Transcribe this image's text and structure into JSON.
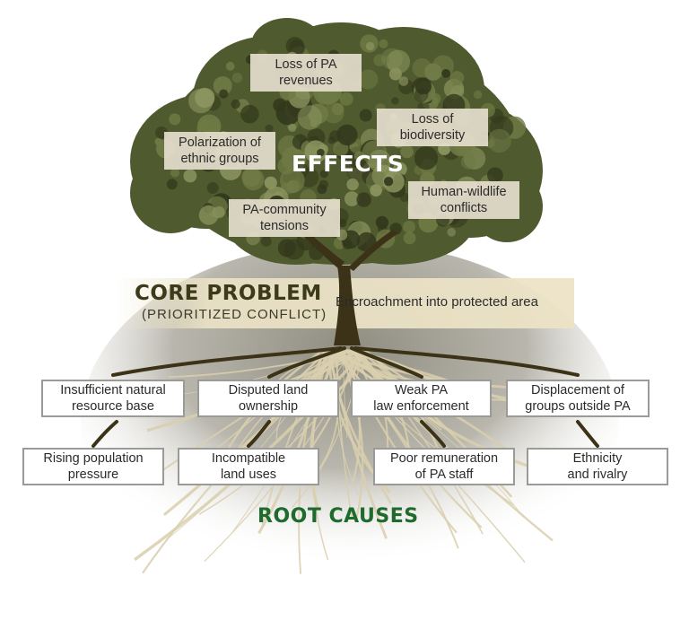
{
  "effects": {
    "title": "EFFECTS",
    "items": [
      "Loss of PA\nrevenues",
      "Loss of\nbiodiversity",
      "Polarization of\nethnic groups",
      "Human-wildlife\nconflicts",
      "PA-community\ntensions"
    ]
  },
  "core": {
    "title": "CORE PROBLEM",
    "subtitle": "(PRIORITIZED CONFLICT)",
    "statement": "Encroachment into protected area"
  },
  "roots": {
    "title": "ROOT CAUSES",
    "row1": [
      "Insufficient natural\nresource base",
      "Disputed land\nownership",
      "Weak PA\nlaw enforcement",
      "Displacement of\ngroups outside PA"
    ],
    "row2": [
      "Rising population\npressure",
      "Incompatible\nland uses",
      "Poor remuneration\nof PA staff",
      "Ethnicity\nand rivalry"
    ]
  },
  "colors": {
    "canopy_dark": "#33381c",
    "canopy_mid": "#4f5a2e",
    "canopy_light": "#6f7a45",
    "trunk": "#3b3217",
    "root_pale": "#d9cfae",
    "band": "#ece3c6",
    "root_causes_title": "#1f6b2d"
  }
}
